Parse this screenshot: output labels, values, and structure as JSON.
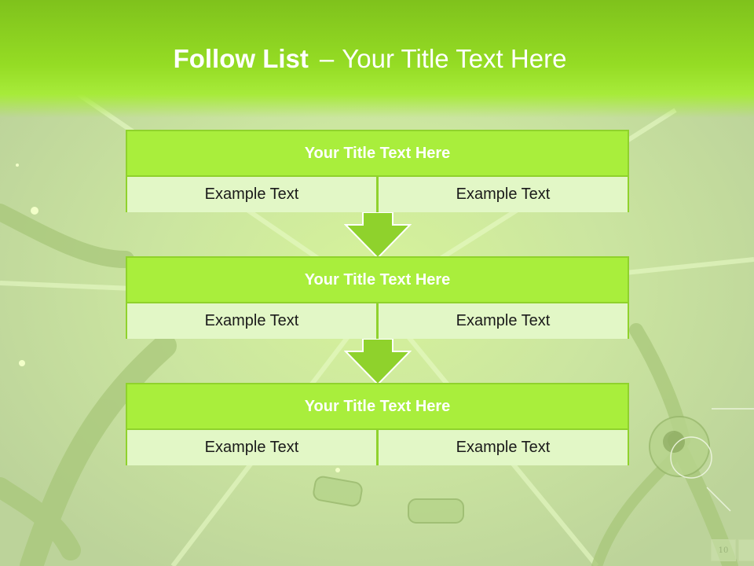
{
  "slide": {
    "title_bold": "Follow List",
    "title_separator": "–",
    "title_rest": "Your Title Text Here",
    "page_number": "10"
  },
  "colors": {
    "header_green": "#95dc24",
    "block_title_green": "#a9ee3c",
    "block_border_green": "#8fd22c",
    "cell_fill": "#e2f7c6"
  },
  "blocks": [
    {
      "title": "Your Title Text Here",
      "left": "Example Text",
      "right": "Example Text"
    },
    {
      "title": "Your Title Text Here",
      "left": "Example Text",
      "right": "Example Text"
    },
    {
      "title": "Your Title Text Here",
      "left": "Example Text",
      "right": "Example Text"
    }
  ],
  "icons": {
    "connector": "down-arrow-icon",
    "background": "neuron-background-illustration"
  }
}
